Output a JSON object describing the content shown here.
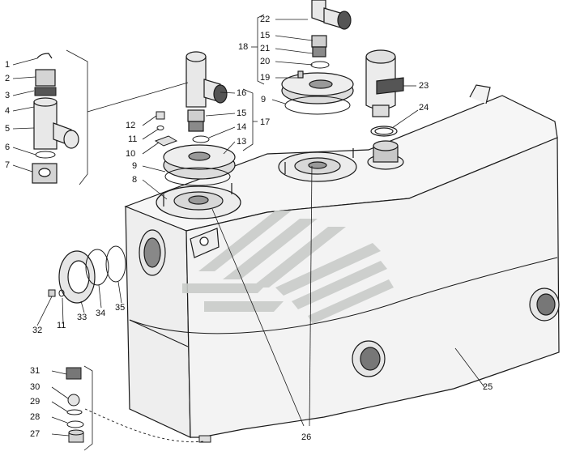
{
  "labels": {
    "l1": "1",
    "l2": "2",
    "l3": "3",
    "l4": "4",
    "l5": "5",
    "l6": "6",
    "l7": "7",
    "l8": "8",
    "l9a": "9",
    "l9b": "9",
    "l10": "10",
    "l11a": "11",
    "l11b": "11",
    "l12": "12",
    "l13": "13",
    "l14": "14",
    "l15a": "15",
    "l15b": "15",
    "l16": "16",
    "l17": "17",
    "l18": "18",
    "l19": "19",
    "l20": "20",
    "l21": "21",
    "l22": "22",
    "l23": "23",
    "l24": "24",
    "l25": "25",
    "l26": "26",
    "l27": "27",
    "l28": "28",
    "l29": "29",
    "l30": "30",
    "l31": "31",
    "l32": "32",
    "l33": "33",
    "l34": "34",
    "l35": "35"
  },
  "colors": {
    "line": "#1a1a1a",
    "tank_fill": "#f2f2f2",
    "part_fill": "#e6e6e6",
    "dark": "#555555",
    "watermark": "#c9ccc9"
  }
}
